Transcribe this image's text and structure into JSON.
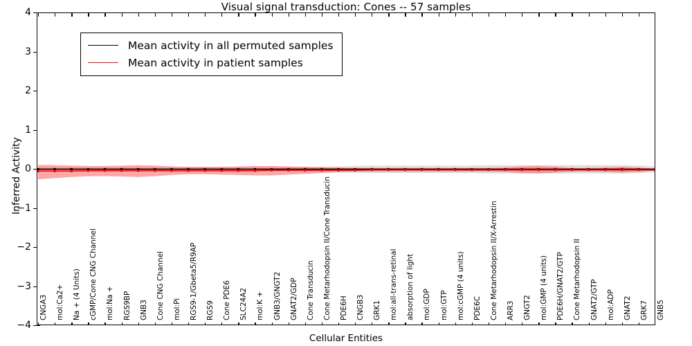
{
  "chart_data": {
    "type": "line",
    "title": "Visual signal transduction: Cones -- 57 samples",
    "xlabel": "Cellular Entities",
    "ylabel": "Inferred Activity",
    "ylim": [
      -4,
      4
    ],
    "yticks": [
      4,
      3,
      2,
      1,
      0,
      -1,
      -2,
      -3,
      -4
    ],
    "grid": false,
    "legend_position": "upper left",
    "legend": [
      {
        "name": "Mean activity in all permuted samples",
        "color": "#000000"
      },
      {
        "name": "Mean activity in patient samples",
        "color": "#ff0000"
      }
    ],
    "categories": [
      "CNGA3",
      "mol:Ca2+",
      "Na + (4 Units)",
      "cGMP/Cone CNG Channel",
      "mol:Na +",
      "RGS9BP",
      "GNB3",
      "Cone CNG Channel",
      "mol:Pi",
      "RGS9-1/Gbeta5/R9AP",
      "RGS9",
      "Cone PDE6",
      "SLC24A2",
      "mol:K +",
      "GNB3/GNGT2",
      "GNAT2/GDP",
      "Cone Transducin",
      "Cone Metarhodopsin II/Cone Transducin",
      "PDE6H",
      "CNGB3",
      "GRK1",
      "mol:all-trans-retinal",
      "absorption of light",
      "mol:GDP",
      "mol:GTP",
      "mol:cGMP (4 units)",
      "PDE6C",
      "Cone Metarhodopsin II/X-Arrestin",
      "ARR3",
      "GNGT2",
      "mol:GMP (4 units)",
      "PDE6H/GNAT2/GTP",
      "Cone Metarhodopsin II",
      "GNAT2/GTP",
      "mol:ADP",
      "GNAT2",
      "GRK7",
      "GNB5"
    ],
    "series": [
      {
        "name": "Mean activity in all permuted samples",
        "color": "#000000",
        "band_color": "#b0b0b0",
        "values": [
          0.01,
          0.01,
          0.01,
          0.01,
          0.01,
          0.01,
          0.01,
          0.01,
          0.01,
          0.01,
          0.01,
          0.01,
          0.01,
          0.01,
          0.01,
          0.01,
          0.01,
          0.01,
          0.01,
          0.01,
          0.01,
          0.01,
          0.01,
          0.01,
          0.01,
          0.01,
          0.01,
          0.01,
          0.01,
          0.01,
          0.01,
          0.01,
          0.01,
          0.01,
          0.01,
          0.01,
          0.01,
          0.01
        ],
        "band_upper": [
          0.06,
          0.06,
          0.06,
          0.06,
          0.06,
          0.06,
          0.06,
          0.06,
          0.06,
          0.06,
          0.06,
          0.06,
          0.06,
          0.06,
          0.06,
          0.06,
          0.07,
          0.07,
          0.08,
          0.09,
          0.1,
          0.1,
          0.1,
          0.1,
          0.1,
          0.1,
          0.1,
          0.11,
          0.11,
          0.11,
          0.11,
          0.11,
          0.11,
          0.11,
          0.11,
          0.11,
          0.1,
          0.08
        ],
        "band_lower": [
          -0.05,
          -0.05,
          -0.05,
          -0.05,
          -0.05,
          -0.05,
          -0.05,
          -0.05,
          -0.05,
          -0.05,
          -0.05,
          -0.05,
          -0.05,
          -0.05,
          -0.05,
          -0.05,
          -0.06,
          -0.06,
          -0.07,
          -0.08,
          -0.09,
          -0.09,
          -0.09,
          -0.09,
          -0.09,
          -0.09,
          -0.09,
          -0.1,
          -0.1,
          -0.1,
          -0.1,
          -0.1,
          -0.1,
          -0.1,
          -0.1,
          -0.1,
          -0.09,
          -0.07
        ]
      },
      {
        "name": "Mean activity in patient samples",
        "color": "#ff0000",
        "band_color": "#ff6f6f",
        "values": [
          -0.04,
          -0.04,
          -0.04,
          -0.03,
          -0.03,
          -0.03,
          -0.03,
          -0.03,
          -0.03,
          -0.03,
          -0.03,
          -0.03,
          -0.03,
          -0.03,
          -0.02,
          -0.02,
          -0.02,
          -0.02,
          -0.02,
          -0.02,
          -0.01,
          -0.01,
          -0.01,
          -0.01,
          -0.01,
          -0.01,
          -0.01,
          -0.01,
          -0.01,
          -0.01,
          -0.01,
          -0.01,
          -0.01,
          -0.01,
          -0.01,
          -0.01,
          -0.01,
          -0.01
        ],
        "band_upper": [
          0.12,
          0.11,
          0.1,
          0.09,
          0.09,
          0.1,
          0.11,
          0.1,
          0.08,
          0.07,
          0.07,
          0.07,
          0.08,
          0.09,
          0.09,
          0.08,
          0.07,
          0.06,
          0.05,
          0.04,
          0.04,
          0.04,
          0.04,
          0.04,
          0.04,
          0.04,
          0.04,
          0.04,
          0.05,
          0.08,
          0.09,
          0.07,
          0.04,
          0.04,
          0.05,
          0.07,
          0.05,
          0.02
        ],
        "band_lower": [
          -0.25,
          -0.22,
          -0.19,
          -0.17,
          -0.17,
          -0.18,
          -0.19,
          -0.17,
          -0.14,
          -0.12,
          -0.12,
          -0.13,
          -0.14,
          -0.15,
          -0.15,
          -0.13,
          -0.11,
          -0.09,
          -0.07,
          -0.06,
          -0.05,
          -0.05,
          -0.05,
          -0.05,
          -0.05,
          -0.05,
          -0.05,
          -0.05,
          -0.06,
          -0.09,
          -0.1,
          -0.08,
          -0.05,
          -0.05,
          -0.06,
          -0.08,
          -0.06,
          -0.03
        ]
      }
    ]
  }
}
